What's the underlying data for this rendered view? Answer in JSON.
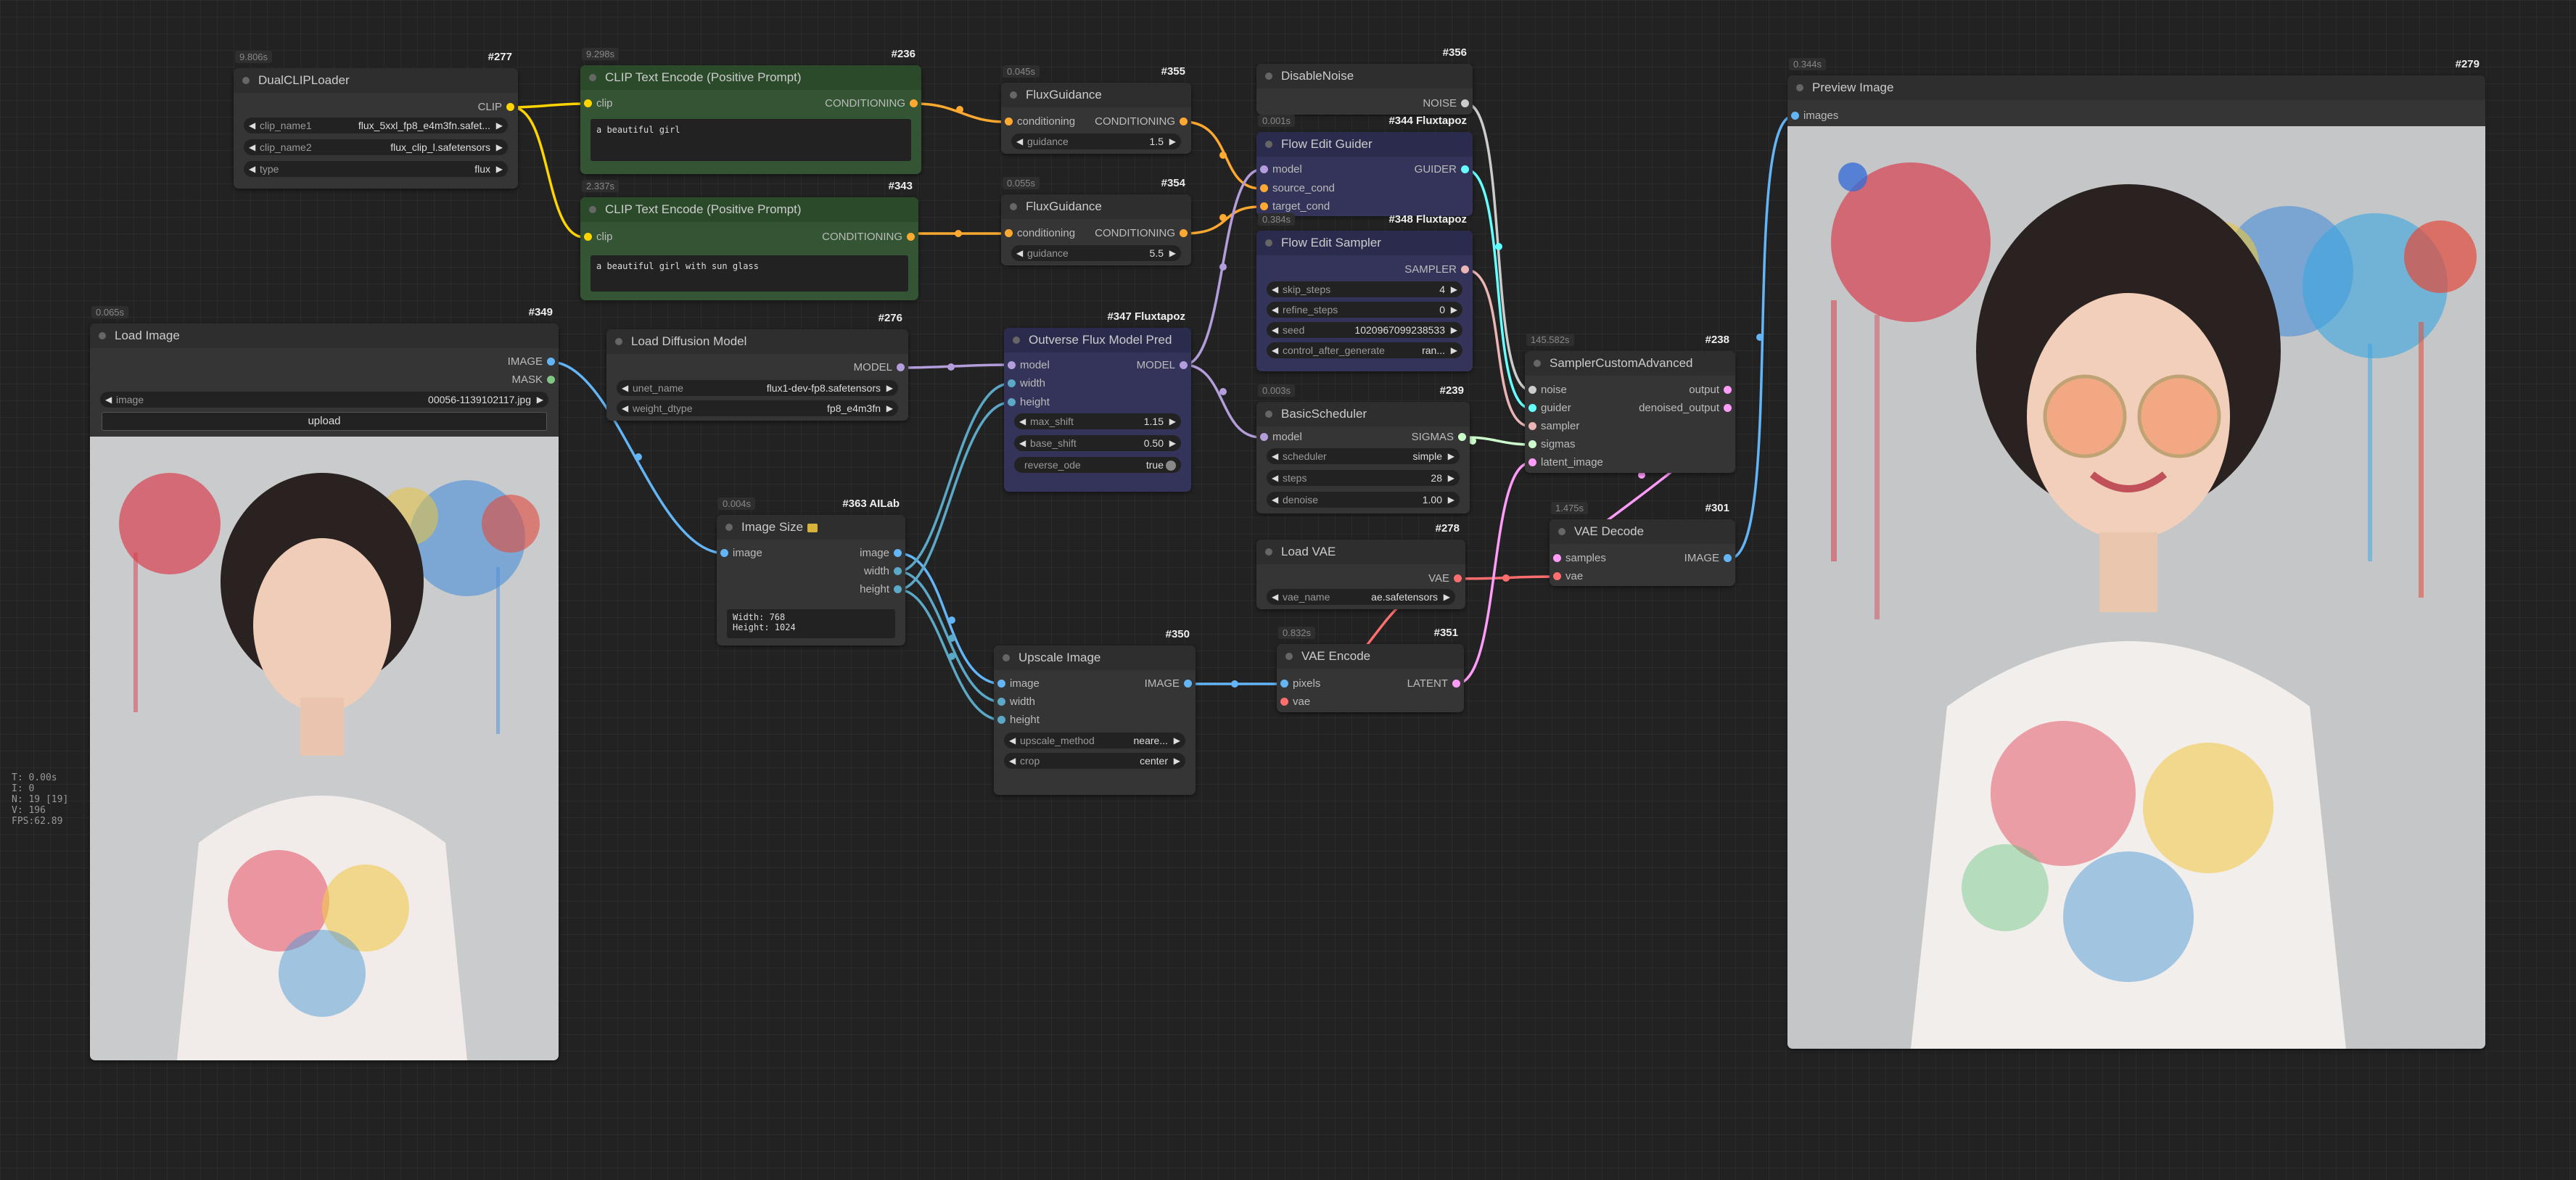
{
  "stats": [
    "T: 0.00s",
    "I: 0",
    "N: 19 [19]",
    "V: 196",
    "FPS:62.89"
  ],
  "colors": {
    "clip": "#ffd500",
    "conditioning": "#ffa931",
    "model": "#b39ddb",
    "image": "#64b5f6",
    "vae": "#ff6e6e",
    "latent": "#ff9cf9",
    "int": "#5ba8c7",
    "noise": "#cccccc",
    "guider": "#66ffff",
    "sampler": "#ecb4b4",
    "sigmas": "#cdffcd"
  },
  "nodes": {
    "dualclip": {
      "id": "#277",
      "time": "9.806s",
      "title": "DualCLIPLoader",
      "out_clip": "CLIP",
      "w": [
        {
          "label": "clip_name1",
          "value": "flux_5xxl_fp8_e4m3fn.safet..."
        },
        {
          "label": "clip_name2",
          "value": "flux_clip_l.safetensors"
        },
        {
          "label": "type",
          "value": "flux"
        }
      ]
    },
    "cte1": {
      "id": "#236",
      "time": "9.298s",
      "title": "CLIP Text Encode (Positive Prompt)",
      "in_clip": "clip",
      "out": "CONDITIONING",
      "text": "a beautiful girl"
    },
    "cte2": {
      "id": "#343",
      "time": "2.337s",
      "title": "CLIP Text Encode (Positive Prompt)",
      "in_clip": "clip",
      "out": "CONDITIONING",
      "text": "a beautiful girl with sun glass"
    },
    "fg1": {
      "id": "#355",
      "time": "0.045s",
      "title": "FluxGuidance",
      "in": "conditioning",
      "out": "CONDITIONING",
      "w": [
        {
          "label": "guidance",
          "value": "1.5"
        }
      ]
    },
    "fg2": {
      "id": "#354",
      "time": "0.055s",
      "title": "FluxGuidance",
      "in": "conditioning",
      "out": "CONDITIONING",
      "w": [
        {
          "label": "guidance",
          "value": "5.5"
        }
      ]
    },
    "disablenoise": {
      "id": "#356",
      "title": "DisableNoise",
      "out": "NOISE"
    },
    "feguider": {
      "id": "#344 Fluxtapoz",
      "time": "0.001s",
      "title": "Flow Edit Guider",
      "in": [
        "model",
        "source_cond",
        "target_cond"
      ],
      "out": "GUIDER"
    },
    "fesampler": {
      "id": "#348 Fluxtapoz",
      "time": "0.384s",
      "title": "Flow Edit Sampler",
      "out": "SAMPLER",
      "w": [
        {
          "label": "skip_steps",
          "value": "4"
        },
        {
          "label": "refine_steps",
          "value": "0"
        },
        {
          "label": "seed",
          "value": "1020967099238533"
        },
        {
          "label": "control_after_generate",
          "value": "ran..."
        }
      ]
    },
    "loadimage": {
      "id": "#349",
      "time": "0.065s",
      "title": "Load Image",
      "out": [
        "IMAGE",
        "MASK"
      ],
      "w": [
        {
          "label": "image",
          "value": "00056-1139102117.jpg"
        }
      ],
      "upload": "upload"
    },
    "ldm": {
      "id": "#276",
      "title": "Load Diffusion Model",
      "out": "MODEL",
      "w": [
        {
          "label": "unet_name",
          "value": "flux1-dev-fp8.safetensors"
        },
        {
          "label": "weight_dtype",
          "value": "fp8_e4m3fn"
        }
      ]
    },
    "ofmp": {
      "id": "#347 Fluxtapoz",
      "title": "Outverse Flux Model Pred",
      "in": [
        "model",
        "width",
        "height"
      ],
      "out": "MODEL",
      "w": [
        {
          "label": "max_shift",
          "value": "1.15"
        },
        {
          "label": "base_shift",
          "value": "0.50"
        },
        {
          "label": "reverse_ode",
          "value": "true"
        }
      ]
    },
    "bsched": {
      "id": "#239",
      "time": "0.003s",
      "title": "BasicScheduler",
      "in": "model",
      "out": "SIGMAS",
      "w": [
        {
          "label": "scheduler",
          "value": "simple"
        },
        {
          "label": "steps",
          "value": "28"
        },
        {
          "label": "denoise",
          "value": "1.00"
        }
      ]
    },
    "sca": {
      "id": "#238",
      "time": "145.582s",
      "title": "SamplerCustomAdvanced",
      "in": [
        "noise",
        "guider",
        "sampler",
        "sigmas",
        "latent_image"
      ],
      "out": [
        "output",
        "denoised_output"
      ]
    },
    "imgsize": {
      "id": "#363 AILab",
      "time": "0.004s",
      "title": "Image Size",
      "in": "image",
      "out": [
        "image",
        "width",
        "height"
      ],
      "text": "Width: 768\nHeight: 1024"
    },
    "upscale": {
      "id": "#350",
      "title": "Upscale Image",
      "in": [
        "image",
        "width",
        "height"
      ],
      "out": "IMAGE",
      "w": [
        {
          "label": "upscale_method",
          "value": "neare..."
        },
        {
          "label": "crop",
          "value": "center"
        }
      ]
    },
    "loadvae": {
      "id": "#278",
      "title": "Load VAE",
      "out": "VAE",
      "w": [
        {
          "label": "vae_name",
          "value": "ae.safetensors"
        }
      ]
    },
    "vaeenc": {
      "id": "#351",
      "time": "0.832s",
      "title": "VAE Encode",
      "in": [
        "pixels",
        "vae"
      ],
      "out": "LATENT"
    },
    "vaedec": {
      "id": "#301",
      "time": "1.475s",
      "title": "VAE Decode",
      "in": [
        "samples",
        "vae"
      ],
      "out": "IMAGE"
    },
    "preview": {
      "id": "#279",
      "time": "0.344s",
      "title": "Preview Image",
      "in": "images"
    }
  }
}
